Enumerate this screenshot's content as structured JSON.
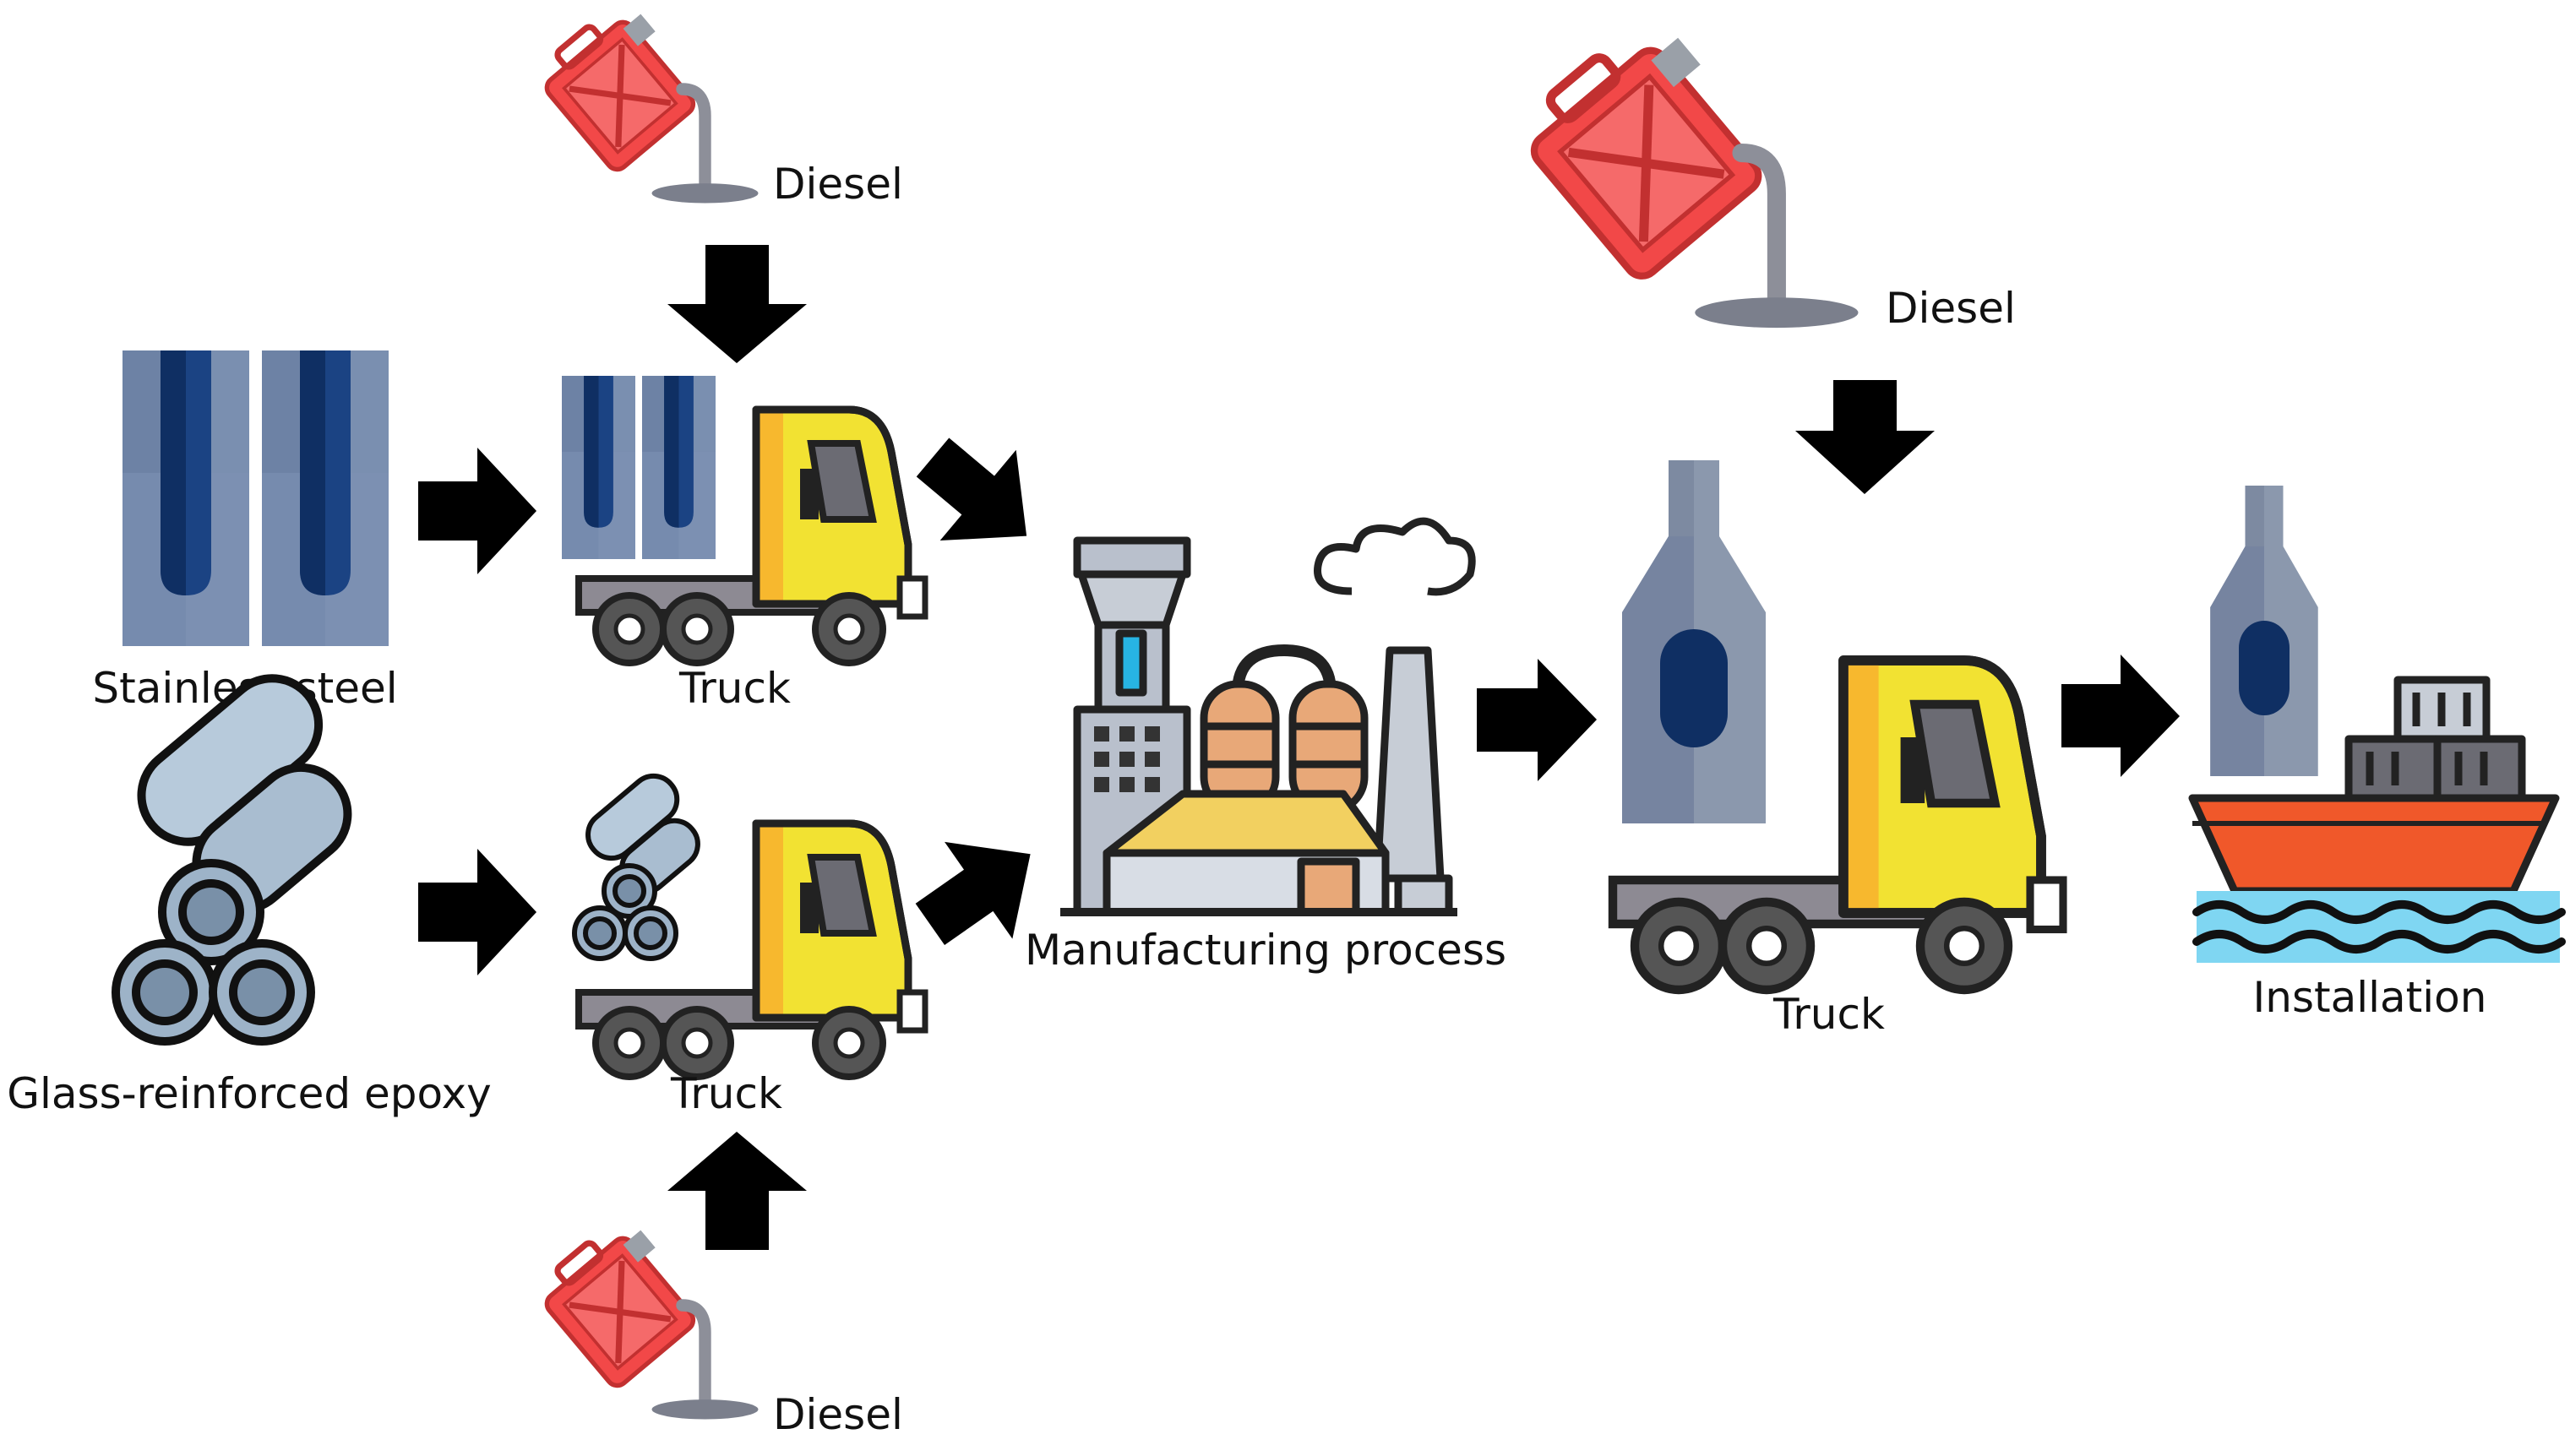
{
  "labels": {
    "stainless_steel": "Stainless steel",
    "glass_epoxy": "Glass-reinforced epoxy",
    "truck_top": "Truck",
    "truck_bottom": "Truck",
    "truck_right": "Truck",
    "diesel_top": "Diesel",
    "diesel_bottom": "Diesel",
    "diesel_right": "Diesel",
    "manufacturing": "Manufacturing process",
    "installation": "Installation"
  },
  "colors": {
    "arrow": "#000000",
    "truck_body": "#f2e232",
    "truck_shade": "#f7c12e",
    "fuel_can": "#f24848",
    "steel_blue": "#7a8fb0",
    "steel_dark": "#0f2f63",
    "pipe": "#9db3c8",
    "ship_hull": "#f0582a",
    "water": "#27b4e3",
    "factory_gray": "#b9c0cc",
    "tank_orange": "#e8a878"
  },
  "icons": {
    "fuel": "fuel-can-icon",
    "truck": "truck-icon",
    "factory": "factory-icon",
    "ship": "cargo-ship-icon",
    "steel": "steel-plate-icon",
    "pipes": "pipe-stack-icon",
    "tank": "tank-icon"
  }
}
